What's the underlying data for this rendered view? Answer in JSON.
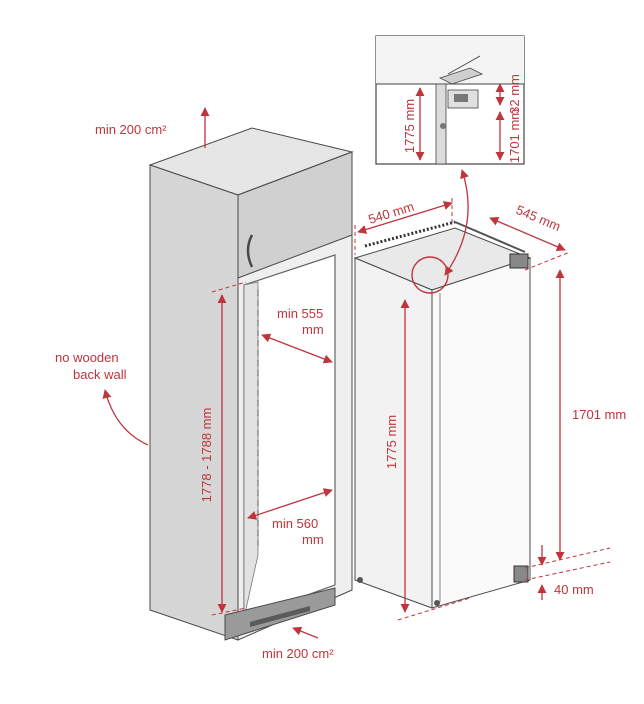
{
  "colors": {
    "accent": "#c0343b",
    "cabinet_side": "#d9d9d9",
    "cabinet_front": "#ececec",
    "outline": "#4a4a4a"
  },
  "labels": {
    "vent_top": "min 200 cm²",
    "vent_bottom": "min 200 cm²",
    "no_wooden_line1": "no wooden",
    "no_wooden_line2": "back wall",
    "niche_height": "1778 - 1788 mm",
    "min555_line1": "min 555",
    "min555_line2": "mm",
    "min560_line1": "min 560",
    "min560_line2": "mm",
    "width540": "540 mm",
    "depth545": "545 mm",
    "height1775": "1775 mm",
    "height1701": "1701 mm",
    "bottom40": "40 mm",
    "detail_1775": "1775 mm",
    "detail_1701": "1701 mm",
    "detail_32": "32 mm"
  }
}
